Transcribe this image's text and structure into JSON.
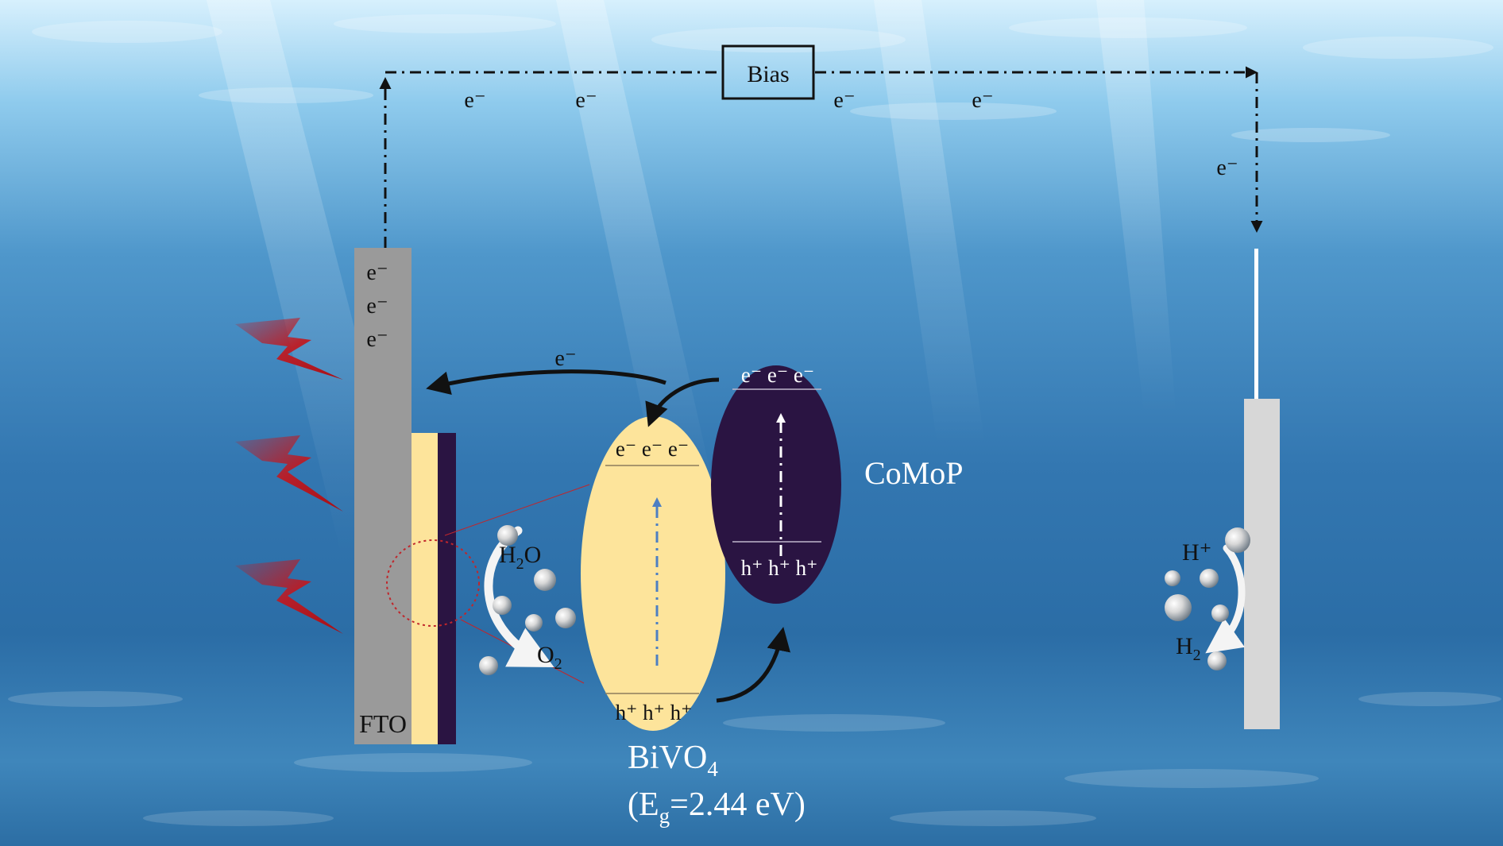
{
  "colors": {
    "water_top": "#bfe6fb",
    "water_mid": "#3a83bd",
    "water_bottom": "#1d5f96",
    "fto": "#9a9a9a",
    "bivo4": "#fde49b",
    "comop": "#2a1442",
    "counter_electrode": "#d7d7d7",
    "lightning": "#c4161c",
    "circuit": "#111111",
    "dashed_blue": "#4d7fc3",
    "dashed_white": "#ffffff",
    "focus_ring": "#c0262b"
  },
  "bias": {
    "label": "Bias"
  },
  "circuit": {
    "top_electrons": [
      "e⁻",
      "e⁻",
      "e⁻",
      "e⁻"
    ],
    "right_electron": "e⁻"
  },
  "fto": {
    "label": "FTO",
    "electrons": [
      "e⁻",
      "e⁻",
      "e⁻"
    ]
  },
  "transfer": {
    "electron": "e⁻"
  },
  "bivo4": {
    "name": "BiVO",
    "name_subscript": "4",
    "band_gap_open": "(E",
    "band_gap_subscript": "g",
    "band_gap_value": "=2.44 eV",
    "band_gap_close": ")",
    "cb_electrons": "e⁻ e⁻ e⁻",
    "vb_holes": "h⁺ h⁺ h⁺"
  },
  "comop": {
    "name": "CoMoP",
    "cb_electrons": "e⁻ e⁻ e⁻",
    "vb_holes": "h⁺ h⁺ h⁺"
  },
  "oxidation": {
    "reactant": "H",
    "reactant_subscript": "2",
    "reactant_tail": "O",
    "product": "O",
    "product_subscript": "2"
  },
  "reduction": {
    "reactant": "H⁺",
    "product": "H",
    "product_subscript": "2"
  }
}
